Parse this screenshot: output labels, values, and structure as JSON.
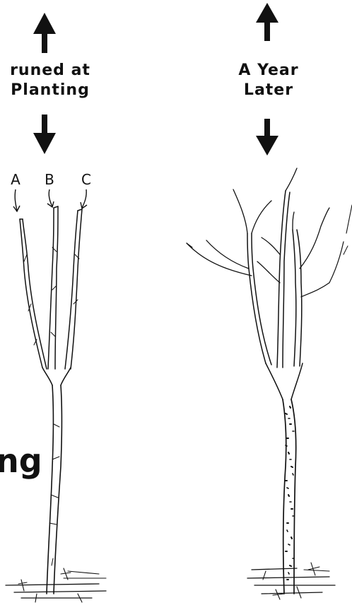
{
  "left_panel": {
    "caption_line1": "runed at",
    "caption_line2": "Planting",
    "markers": [
      "A",
      "B",
      "C"
    ]
  },
  "right_panel": {
    "caption_line1": "A Year",
    "caption_line2": "Later"
  },
  "cut_off_text": "ng",
  "colors": {
    "ink": "#111111",
    "background": "#ffffff"
  }
}
